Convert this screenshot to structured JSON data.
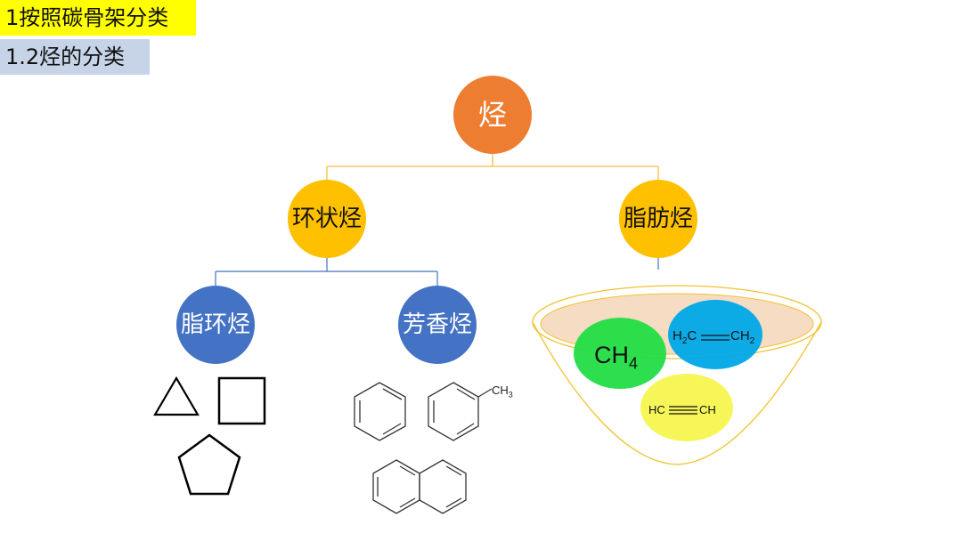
{
  "header": {
    "section_title": "1按照碳骨架分类",
    "subsection_title": "1.2烃的分类"
  },
  "tree": {
    "root": "烃",
    "cyclic": "环状烃",
    "aliphatic": "脂肪烃",
    "alicyclic": "脂环烃",
    "aromatic": "芳香烃"
  },
  "formulas": {
    "methane": {
      "main": "CH",
      "sub": "4"
    },
    "ethylene": {
      "h": "H",
      "h_sub": "2",
      "c1": "C",
      "c2": "CH",
      "c2_sub": "2"
    },
    "acetylene": {
      "left": "HC",
      "right": "CH"
    },
    "toluene_methyl": {
      "main": "CH",
      "sub": "3"
    }
  },
  "colors": {
    "root": "#ed7d31",
    "level1": "#ffc000",
    "level2": "#4472c4",
    "connector_top": "#f0c040",
    "connector_left": "#4472c4",
    "methane": "#22dd44",
    "ethylene": "#00a8e8",
    "acetylene": "#f5f550"
  },
  "icons": [
    "triangle-icon",
    "square-icon",
    "pentagon-icon",
    "benzene-icon",
    "toluene-icon",
    "naphthalene-icon",
    "funnel-icon"
  ]
}
